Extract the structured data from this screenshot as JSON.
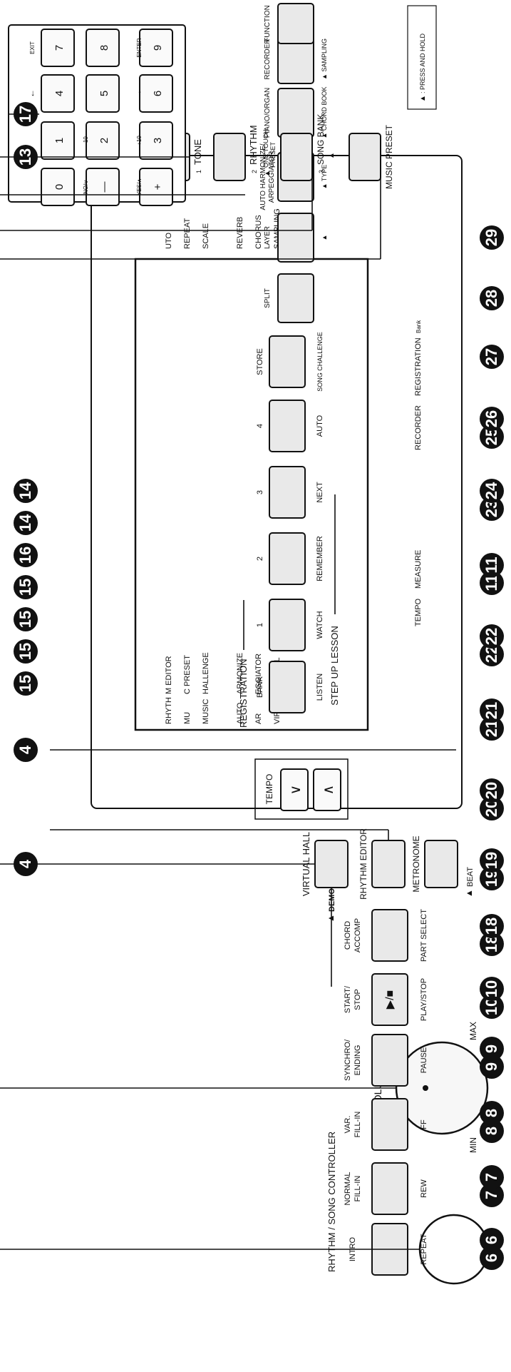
{
  "power_icon": "power-icon",
  "volume": {
    "title": "VOLUME",
    "min": "MIN",
    "max": "MAX"
  },
  "left_column": {
    "virtual_hall": "VIRTUAL HALL",
    "demo": "DEMO",
    "rhythm_editor": "RHYTHM EDITOR",
    "metronome": "METRONOME",
    "beat": "BEAT"
  },
  "rhythm_song": {
    "group_label": "RHYTHM / SONG CONTROLLER",
    "intro": "INTRO",
    "repeat": "REPEAT",
    "normal": "NORMAL",
    "fill_in_1": "FILL-IN",
    "rew": "REW",
    "var": "VAR.",
    "fill_in_2": "FILL-IN",
    "ff": "FF",
    "synchro": "SYNCHRO/",
    "ending": "ENDING",
    "pause": "PAUSE",
    "start": "START/",
    "stop": "STOP",
    "play_icon": "▶/■",
    "play_stop": "PLAY/STOP",
    "chord": "CHORD",
    "accomp": "ACCOMP",
    "part_select": "PART SELECT"
  },
  "tempo": {
    "label": "TEMPO",
    "down": "∨",
    "up": "∧"
  },
  "display": {
    "left_rows": [
      [
        "RHYTH",
        "M EDITOR"
      ],
      [
        "MU",
        "C PRESET"
      ],
      [
        "MUSIC",
        "HALLENGE"
      ],
      [
        "AUTO",
        "ARMONIZE"
      ],
      [
        "AR",
        "EGGIATOR"
      ],
      [
        "VIR",
        "UAL HALL"
      ]
    ],
    "right_rows": [
      "UTO",
      "REPEAT",
      "SCALE",
      "REVERB",
      "CHORUS",
      "SAMPLING"
    ],
    "bottom_labels": [
      "TEMPO",
      "MEASURE",
      "RECORDER",
      "REGISTRATION"
    ],
    "bottom_small": "Bank"
  },
  "registration": {
    "label": "REGISTRATION",
    "bank": "BANK",
    "numbers": [
      "1",
      "2",
      "3",
      "4"
    ],
    "store": "STORE",
    "listen": "LISTEN",
    "watch": "WATCH",
    "remember": "REMEMBER",
    "next": "NEXT",
    "auto": "AUTO",
    "song_challenge": "SONG CHALLENGE",
    "step_up": "STEP UP LESSON"
  },
  "lower_right": {
    "split": "SPLIT",
    "layer": "LAYER",
    "auto_harm_1": "AUTO HARMONIZE/",
    "auto_harm_2": "ARPEGGIATOR",
    "type": "TYPE",
    "piano_organ": "PIANO/ORGAN",
    "chord_book": "CHORD BOOK",
    "recorder": "RECORDER",
    "sampling": "SAMPLING",
    "function": "FUNCTION"
  },
  "upper_right": {
    "tone": "TONE",
    "rhythm": "RHYTHM",
    "one_touch_1": "ONE TOUCH",
    "one_touch_2": "PRESET",
    "song_bank": "SONG BANK",
    "music_preset": "MUSIC PRESET",
    "tone_num": "1",
    "rhythm_num": "2",
    "song_num": "3"
  },
  "keypad": {
    "exit": "EXIT",
    "enter": "ENTER",
    "keys": [
      [
        "7",
        "8",
        "9"
      ],
      [
        "4",
        "5",
        "6"
      ],
      [
        "1",
        "2",
        "3"
      ],
      [
        "0",
        "—",
        "+"
      ]
    ],
    "arrows": [
      "←",
      "→"
    ],
    "minus10": "-10",
    "plus10": "+10",
    "no": "NO/∨",
    "yes": "YES/∧"
  },
  "legend": {
    "symbol": "▲",
    "text": ": PRESS AND HOLD"
  },
  "callouts": {
    "bottom": [
      "6",
      "6",
      "7",
      "7",
      "8",
      "8",
      "9",
      "9",
      "10",
      "10",
      "18",
      "18",
      "19",
      "19",
      "20",
      "20",
      "21",
      "21",
      "22",
      "22",
      "11",
      "11",
      "23",
      "24",
      "25",
      "26",
      "27",
      "28",
      "29"
    ],
    "top": [
      "4",
      "4",
      "15",
      "15",
      "15",
      "15",
      "16",
      "14",
      "14",
      "13",
      "17"
    ]
  }
}
